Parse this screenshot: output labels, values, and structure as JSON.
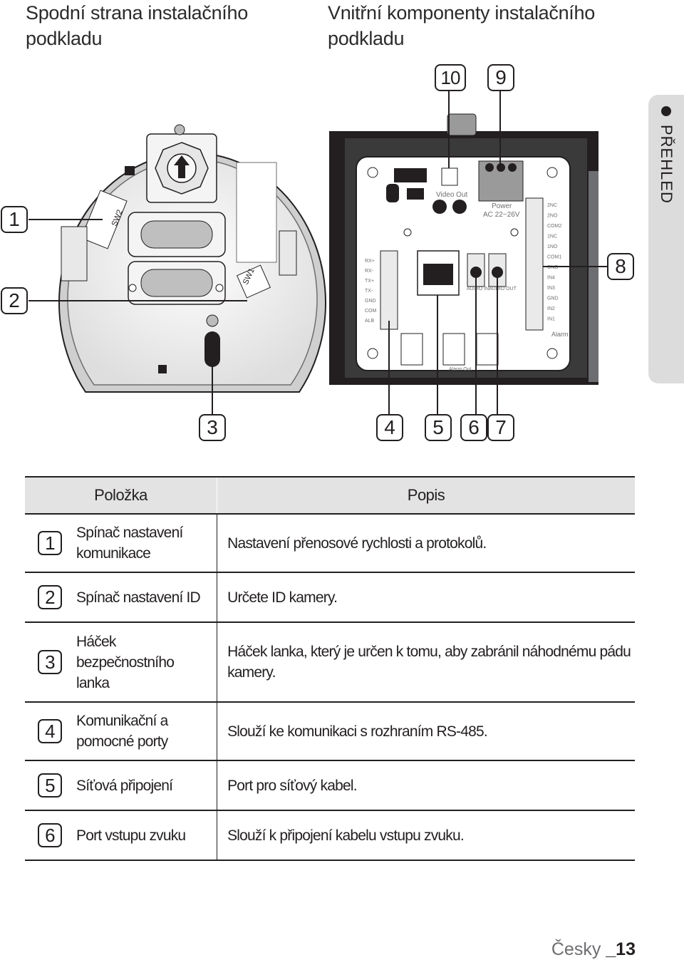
{
  "headings": {
    "left": "Spodní strana instalačního podkladu",
    "right": "Vnitřní komponenty instalačního podkladu"
  },
  "side_tab": {
    "label": "PŘEHLED"
  },
  "callouts": [
    "1",
    "2",
    "3",
    "4",
    "5",
    "6",
    "7",
    "8",
    "9",
    "10"
  ],
  "diagram_labels": {
    "sw2": "SW2",
    "sw1": "SW1",
    "video_out": "Video Out",
    "power": "Power",
    "power_spec": "AC 22~26V",
    "audio_in": "AUDIO IN",
    "audio_out": "AUDIO OUT",
    "alarm": "Alarm",
    "alarm_out": "Alarm Out",
    "terminals_left": [
      "RX+",
      "RX-",
      "TX+",
      "TX-",
      "GND",
      "COM",
      "ALB"
    ],
    "terminals_right": [
      "2NC",
      "2NO",
      "COM2",
      "1NC",
      "1NO",
      "COM1",
      "GND",
      "IN4",
      "IN3",
      "GND",
      "IN2",
      "IN1"
    ]
  },
  "table": {
    "headers": {
      "item": "Položka",
      "desc": "Popis"
    },
    "rows": [
      {
        "num": "1",
        "item": "Spínač nastavení komunikace",
        "desc": "Nastavení přenosové rychlosti a protokolů."
      },
      {
        "num": "2",
        "item": "Spínač nastavení ID",
        "desc": "Určete ID kamery."
      },
      {
        "num": "3",
        "item": "Háček bezpečnostního lanka",
        "desc": "Háček lanka, který je určen k tomu, aby zabránil náhodnému pádu kamery."
      },
      {
        "num": "4",
        "item": "Komunikační a pomocné porty",
        "desc": "Slouží ke komunikaci s rozhraním RS-485."
      },
      {
        "num": "5",
        "item": "Síťová připojení",
        "desc": "Port pro síťový kabel."
      },
      {
        "num": "6",
        "item": "Port vstupu zvuku",
        "desc": "Slouží k připojení kabelu vstupu zvuku."
      }
    ]
  },
  "footer": {
    "language": "Česky",
    "page": "_13"
  }
}
